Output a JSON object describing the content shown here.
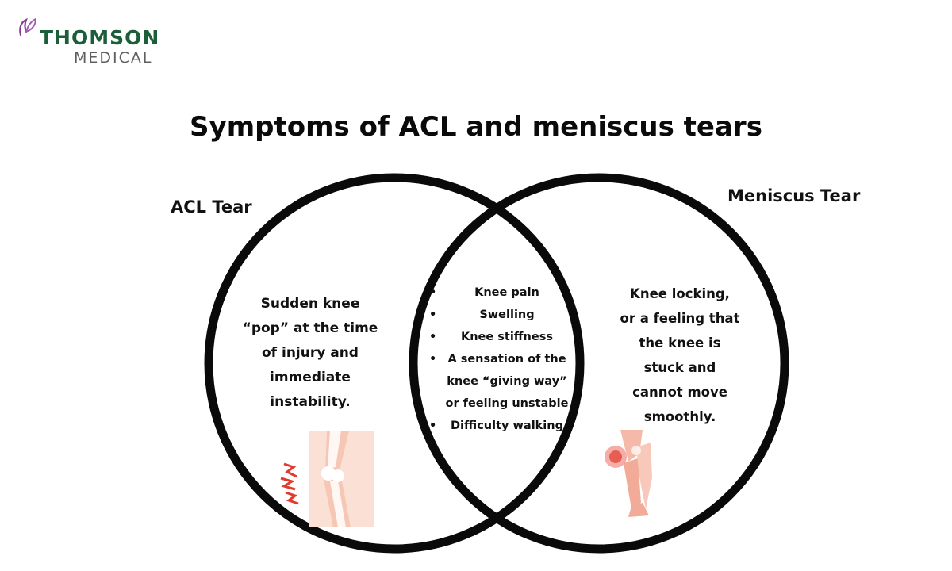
{
  "brand": {
    "name_line1": "THOMSON",
    "name_line2": "MEDICAL",
    "mark_icon": "butterfly-icon",
    "colors": {
      "green": "#1d5e3a",
      "gray": "#5f5f5f",
      "mark": "#8a3a9a"
    }
  },
  "title": "Symptoms of ACL and meniscus tears",
  "venn": {
    "outline_color": "#0a0a0a",
    "left": {
      "label": "ACL Tear",
      "lines": [
        "Sudden knee",
        "“pop” at the time",
        "of injury and",
        "immediate",
        "instability."
      ],
      "illustration_icon": "knee-pain-icon"
    },
    "right": {
      "label": "Meniscus Tear",
      "lines": [
        "Knee locking,",
        "or a feeling that",
        "the knee is",
        "stuck and",
        "cannot move",
        "smoothly."
      ],
      "illustration_icon": "leg-pain-icon"
    },
    "overlap": {
      "items": [
        "Knee pain",
        "Swelling",
        "Knee stiffness",
        "A sensation of the knee “giving way” or feeling unstable",
        "Difficulty walking"
      ]
    }
  }
}
